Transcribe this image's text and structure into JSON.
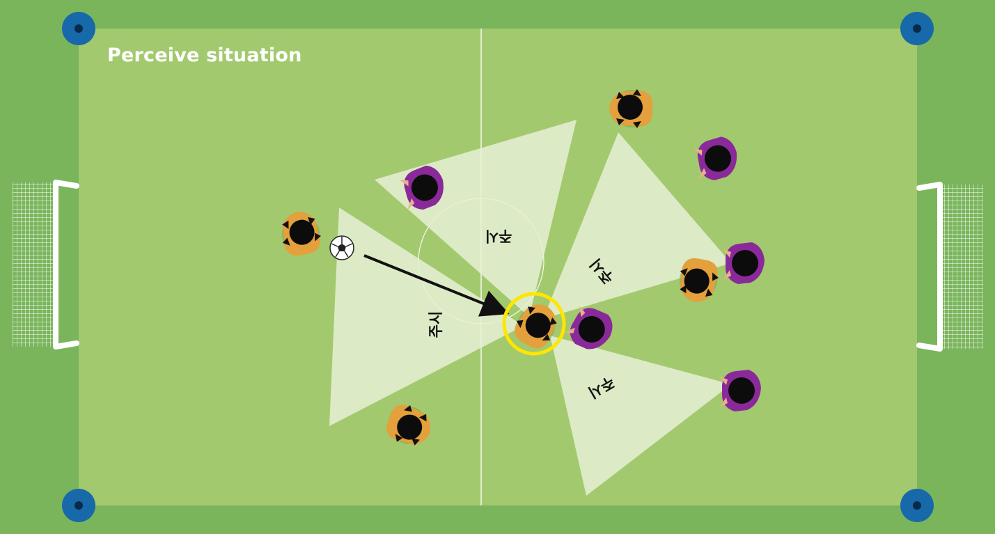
{
  "title": "Perceive situation",
  "cone_label": "주시",
  "colors": {
    "outer_grass": "#7ab55c",
    "pitch_grass": "#a3c96e",
    "corner_marker": "#1769aa",
    "team_orange": "#e3a03c",
    "team_purple": "#8a2a9a",
    "focus_ring": "#ffe600",
    "vision_cone": "#e6f0d6"
  },
  "players": [
    {
      "team": "orange",
      "role": "ball-carrier"
    },
    {
      "team": "orange",
      "role": "receiver",
      "highlighted": true
    },
    {
      "team": "orange",
      "role": "teammate"
    },
    {
      "team": "orange",
      "role": "teammate"
    },
    {
      "team": "orange",
      "role": "teammate"
    },
    {
      "team": "purple",
      "role": "opponent"
    },
    {
      "team": "purple",
      "role": "opponent"
    },
    {
      "team": "purple",
      "role": "opponent"
    },
    {
      "team": "purple",
      "role": "opponent"
    },
    {
      "team": "purple",
      "role": "opponent"
    }
  ],
  "icons": [
    "soccer-ball-icon",
    "pass-arrow-icon",
    "goal-net-icon",
    "corner-marker-icon"
  ]
}
